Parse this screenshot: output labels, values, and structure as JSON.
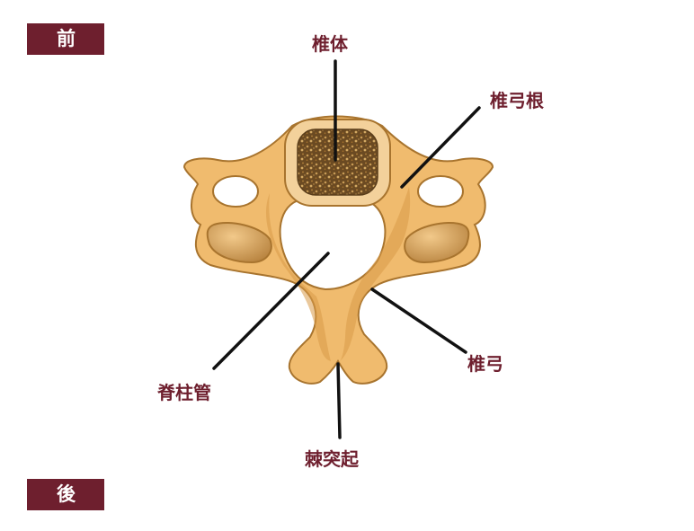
{
  "orientation": {
    "front": "前",
    "back": "後"
  },
  "labels": {
    "vertebral_body": "椎体",
    "pedicle": "椎弓根",
    "spinal_canal": "脊柱管",
    "vertebral_arch": "椎弓",
    "spinous_process": "棘突起"
  },
  "colors": {
    "badge": "#6e1f2e",
    "label_text": "#6e1f2e",
    "bone": "#f0bb6e",
    "bone_shadow": "#d99b48",
    "bone_outline": "#a8742e",
    "body_core": "#6b4a22",
    "leader_line": "#111111"
  }
}
